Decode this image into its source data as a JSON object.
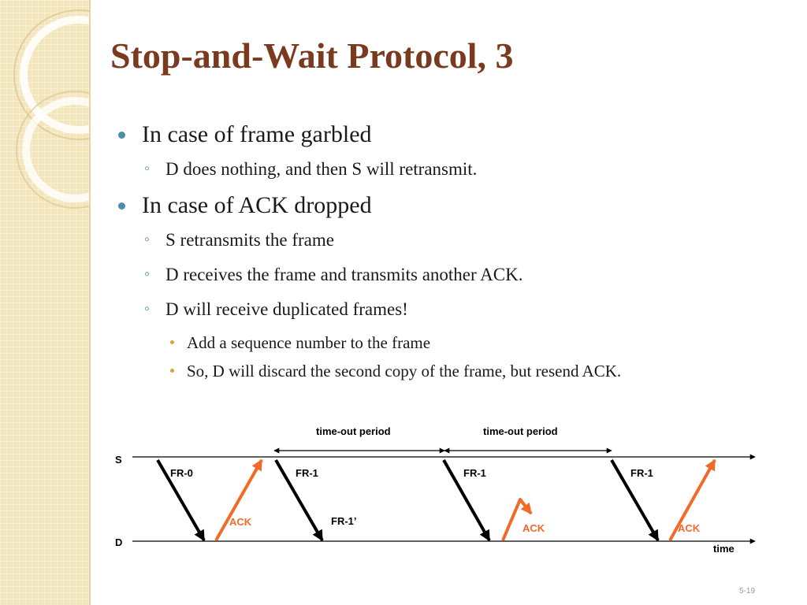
{
  "slide": {
    "title": "Stop-and-Wait Protocol, 3",
    "slide_number": "5-19",
    "bullets": [
      {
        "level": 1,
        "text": "In case of frame garbled"
      },
      {
        "level": 2,
        "text": "D  does nothing, and then S  will retransmit."
      },
      {
        "level": 1,
        "text": "In case of ACK dropped"
      },
      {
        "level": 2,
        "text": "S  retransmits the frame"
      },
      {
        "level": 2,
        "text": "D  receives the frame and transmits another ACK."
      },
      {
        "level": 2,
        "text": "D  will receive duplicated frames!"
      },
      {
        "level": 3,
        "text": "Add a sequence number to the frame"
      },
      {
        "level": 3,
        "text": "So, D  will discard the second copy of the frame, but resend ACK."
      }
    ]
  },
  "diagram": {
    "sender_label": "S",
    "receiver_label": "D",
    "time_label": "time",
    "timeout_labels": [
      "time-out period",
      "time-out period"
    ],
    "frame_labels": [
      "FR-0",
      "FR-1",
      "FR-1",
      "FR-1"
    ],
    "received_frame_label": "FR-1’",
    "ack_labels": [
      "ACK",
      "ACK",
      "ACK"
    ]
  },
  "colors": {
    "title": "#7a3a20",
    "bullet_l1": "#4a8fa8",
    "bullet_l3": "#d8a33c",
    "ack_arrow": "#f26a2a",
    "frame_arrow": "#000000",
    "band": "#f3e6bd"
  }
}
